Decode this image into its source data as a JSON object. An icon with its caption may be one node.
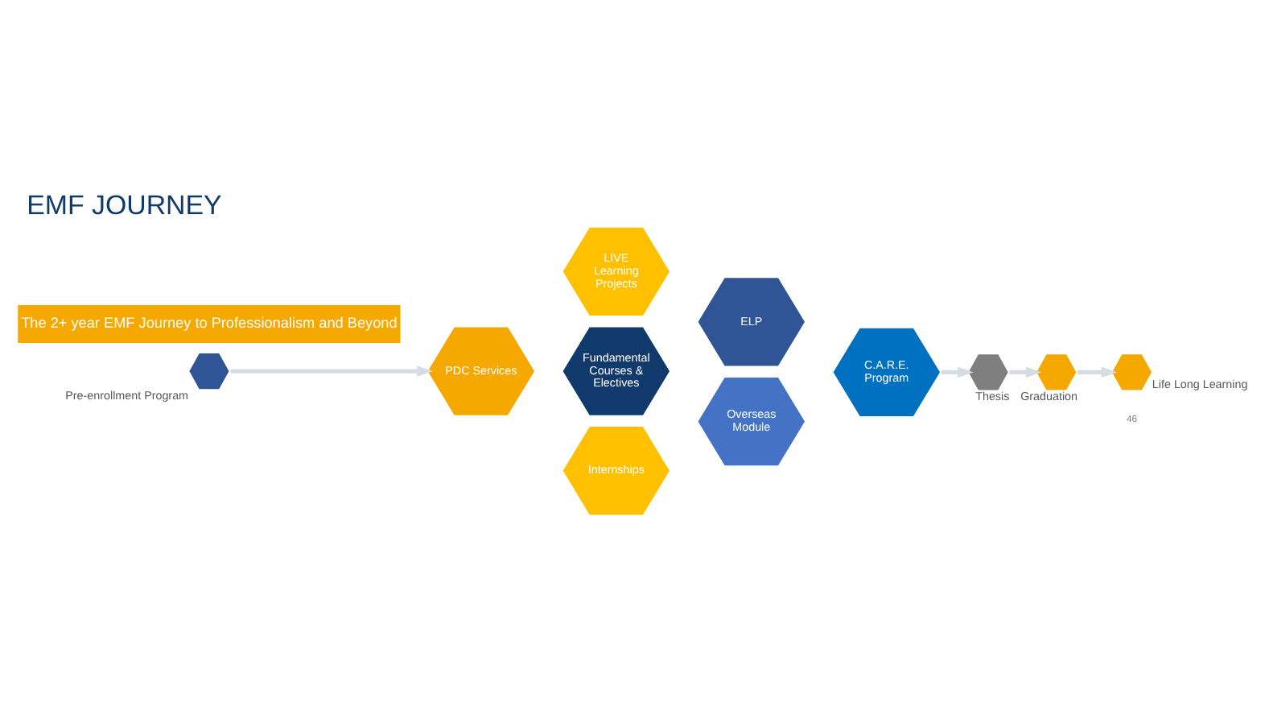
{
  "diagram": {
    "title": "EMF JOURNEY",
    "nodes": [
      {
        "text": [
          "Pre-enrollment Program"
        ]
      },
      {
        "text": [
          "LIVE Learning Projects"
        ]
      },
      {
        "text": [
          "ELP"
        ]
      },
      {
        "text": [
          "PDC Services"
        ]
      },
      {
        "text": [
          "Fundamental Courses & Electives"
        ]
      },
      {
        "text": [
          "C.A.R.E. Program"
        ]
      },
      {
        "text": [
          "Internships"
        ]
      },
      {
        "text": [
          "Overseas Module"
        ]
      },
      {
        "text": [
          "Thesis"
        ]
      },
      {
        "text": [
          "Graduation"
        ]
      },
      {
        "text": [
          "Life Long Learning"
        ]
      }
    ],
    "edges": [
      {
        "from": 0,
        "to": 3,
        "arrow": "to"
      },
      {
        "from": 5,
        "to": 8,
        "arrow": "to"
      },
      {
        "from": 8,
        "to": 9,
        "arrow": "to"
      },
      {
        "from": 9,
        "to": 10,
        "arrow": "to"
      }
    ],
    "labels": [
      "The 2+ year EMF Journey to Professionalism and Beyond",
      "46"
    ]
  }
}
